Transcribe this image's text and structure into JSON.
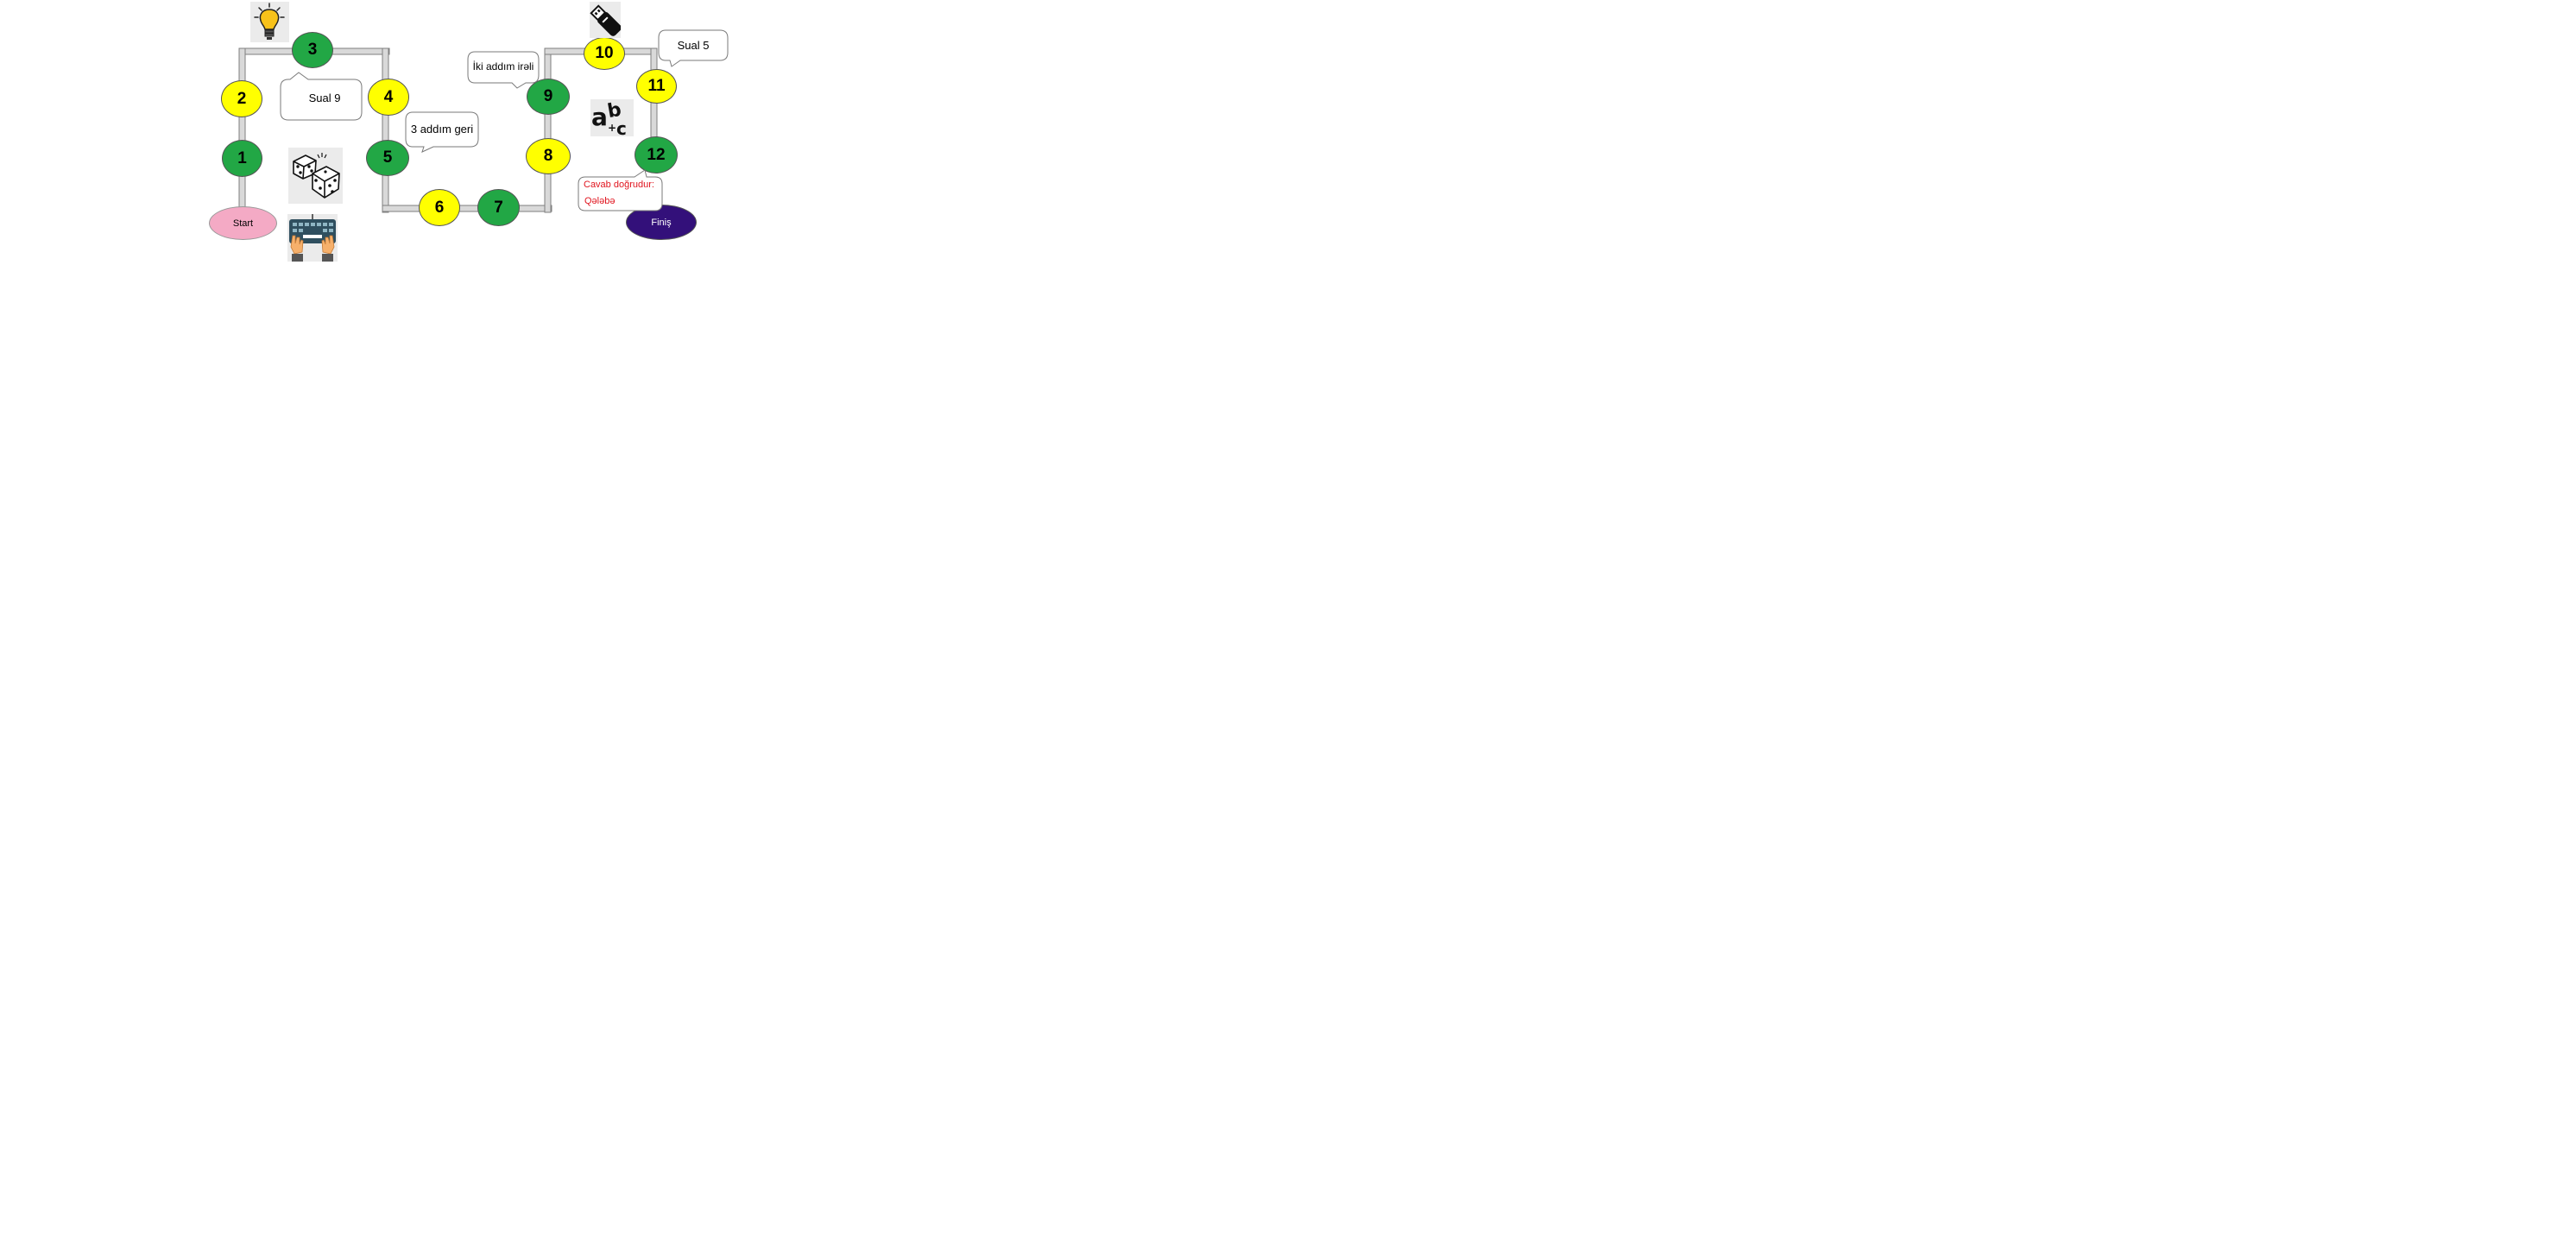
{
  "board": {
    "start_label": "Start",
    "finish_label": "Finiş",
    "squares": [
      {
        "number": "1",
        "color": "green"
      },
      {
        "number": "2",
        "color": "yellow"
      },
      {
        "number": "3",
        "color": "green"
      },
      {
        "number": "4",
        "color": "yellow"
      },
      {
        "number": "5",
        "color": "green"
      },
      {
        "number": "6",
        "color": "yellow"
      },
      {
        "number": "7",
        "color": "green"
      },
      {
        "number": "8",
        "color": "yellow"
      },
      {
        "number": "9",
        "color": "green"
      },
      {
        "number": "10",
        "color": "yellow"
      },
      {
        "number": "11",
        "color": "yellow"
      },
      {
        "number": "12",
        "color": "green"
      }
    ]
  },
  "callouts": {
    "sual9": "Sual 9",
    "back3": "3 addım geri",
    "forward2": "İki addım irəli",
    "sual5": "Sual 5",
    "win_line1": "Cavab doğrudur:",
    "win_line2": "Qələbə"
  },
  "icons": [
    "lightbulb-icon",
    "dice-icon",
    "keyboard-hands-icon",
    "usb-drive-icon",
    "abc-letters-icon"
  ],
  "colors": {
    "green": "#22a745",
    "yellow": "#ffff00",
    "start": "#f4aac5",
    "finish": "#33107a",
    "win_text": "#e0141e",
    "track": "#d9d9d9"
  }
}
